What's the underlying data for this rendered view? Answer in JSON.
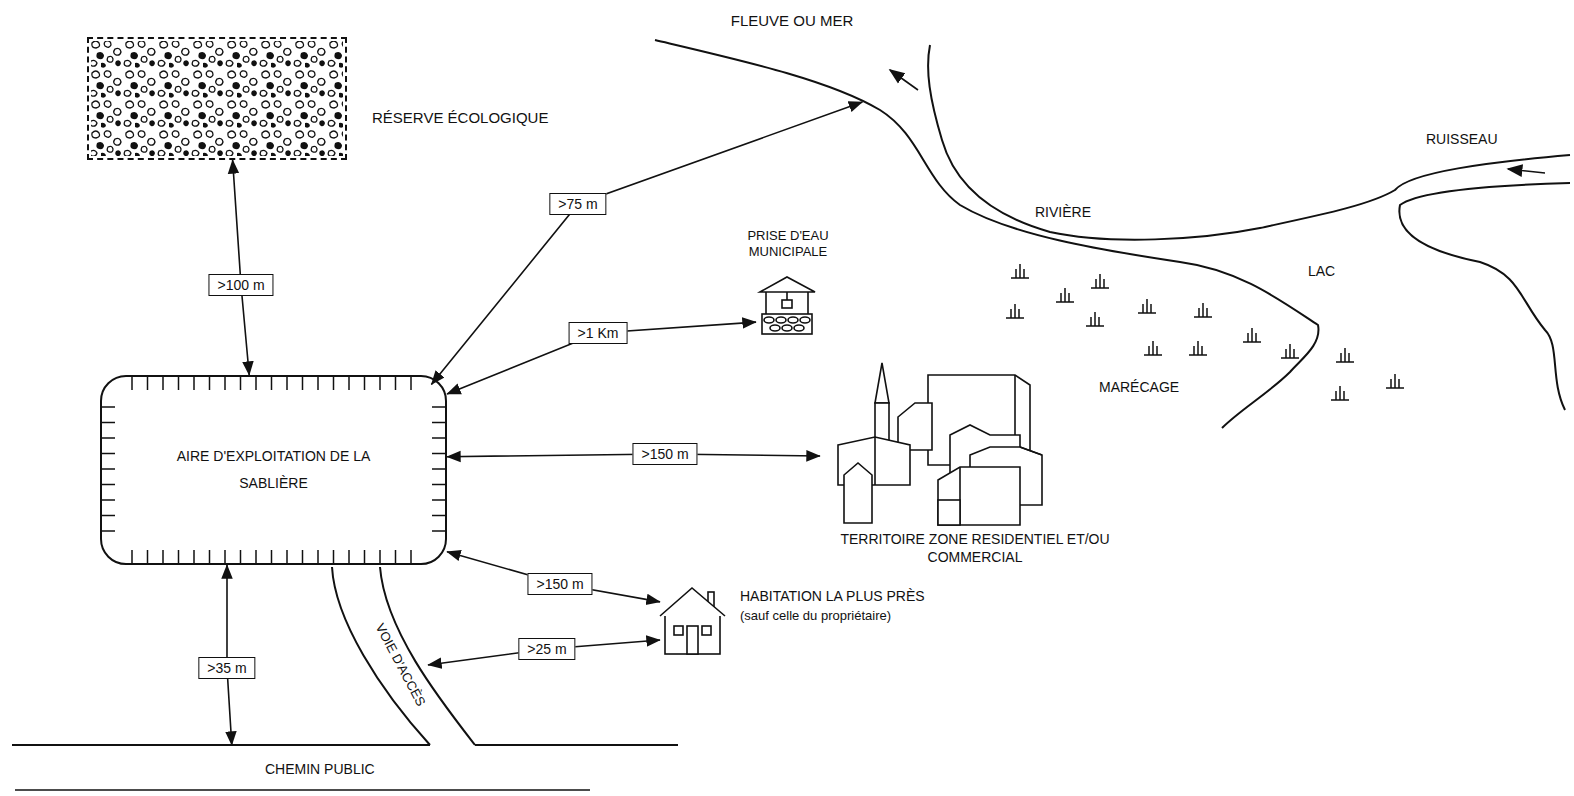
{
  "diagram": {
    "nodes": [
      {
        "text": [
          "FLEUVE OU MER"
        ]
      },
      {
        "text": [
          "RÉSERVE ÉCOLOGIQUE"
        ]
      },
      {
        "text": [
          "PRISE D'EAU MUNICIPALE"
        ]
      },
      {
        "text": [
          "AIRE D'EXPLOITATION DE LA SABLIÈRE"
        ]
      },
      {
        "text": [
          "TERRITOIRE ZONE RESIDENTIEL ET/OU COMMERCIAL"
        ]
      },
      {
        "text": [
          "HABITATION LA PLUS PRÈS",
          "(sauf celle du propriétaire)"
        ]
      },
      {
        "text": [
          "VOIE D'ACCÈS"
        ]
      },
      {
        "text": [
          "CHEMIN PUBLIC"
        ]
      }
    ],
    "edges": [
      {
        "from": 3,
        "to": 1,
        "arrow": "both",
        "label": ">100 m"
      },
      {
        "from": 3,
        "to": 0,
        "arrow": "both",
        "label": ">75 m"
      },
      {
        "from": 3,
        "to": 2,
        "arrow": "both",
        "label": ">1 Km"
      },
      {
        "from": 3,
        "to": 4,
        "arrow": "both",
        "label": ">150 m"
      },
      {
        "from": 3,
        "to": 5,
        "arrow": "both",
        "label": ">150 m"
      },
      {
        "from": 6,
        "to": 5,
        "arrow": "both",
        "label": ">25 m"
      },
      {
        "from": 3,
        "to": 7,
        "arrow": "both",
        "label": ">35 m"
      }
    ],
    "labels": [
      "RIVIÈRE",
      "LAC",
      "RUISSEAU",
      "MARÉCAGE"
    ]
  }
}
